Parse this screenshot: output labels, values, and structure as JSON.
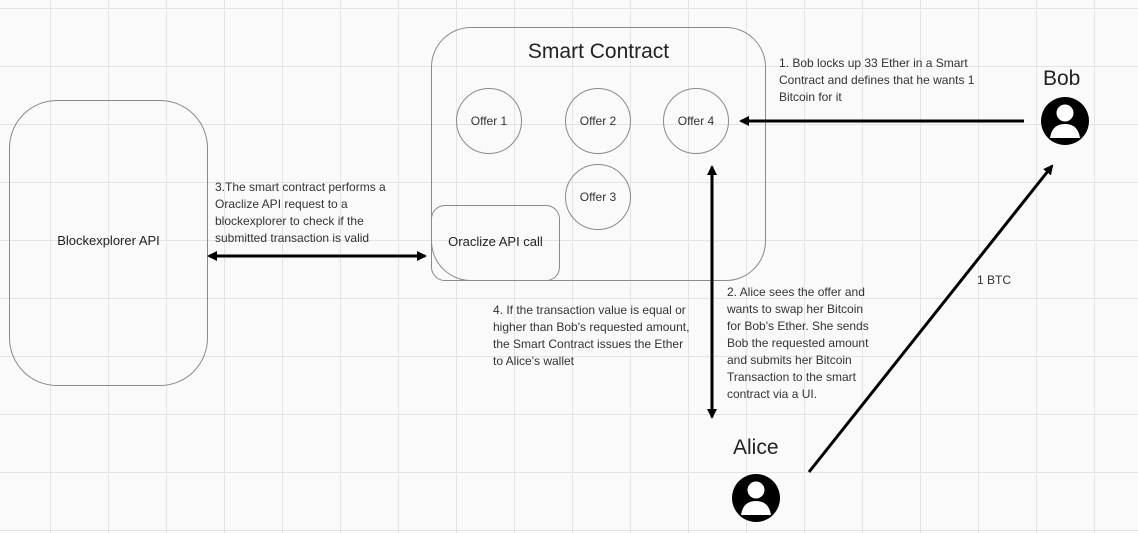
{
  "blockexplorer": {
    "label": "Blockexplorer API"
  },
  "smart_contract": {
    "title": "Smart Contract",
    "offers": [
      "Offer 1",
      "Offer 2",
      "Offer 4",
      "Offer 3"
    ],
    "oraclize_call": "Oraclize API call"
  },
  "actors": {
    "bob": "Bob",
    "alice": "Alice"
  },
  "notes": {
    "step1": "1. Bob locks up 33 Ether in a Smart\nContract and defines that he wants 1\nBitcoin for it",
    "step2": "2. Alice sees the offer and\nwants to swap her Bitcoin\nfor Bob's Ether. She sends\nBob the requested amount\nand submits her Bitcoin\nTransaction to the smart\ncontract via a UI.",
    "step3": "3.The smart contract performs a\nOraclize API request to a\nblockexplorer to check if the\nsubmitted transaction is valid",
    "step4": "4. If the transaction value is equal or\nhigher than Bob's requested amount,\n the Smart Contract issues the Ether\nto Alice's wallet",
    "btc": "1 BTC"
  },
  "icons": {
    "bob": "user-icon",
    "alice": "user-icon"
  }
}
